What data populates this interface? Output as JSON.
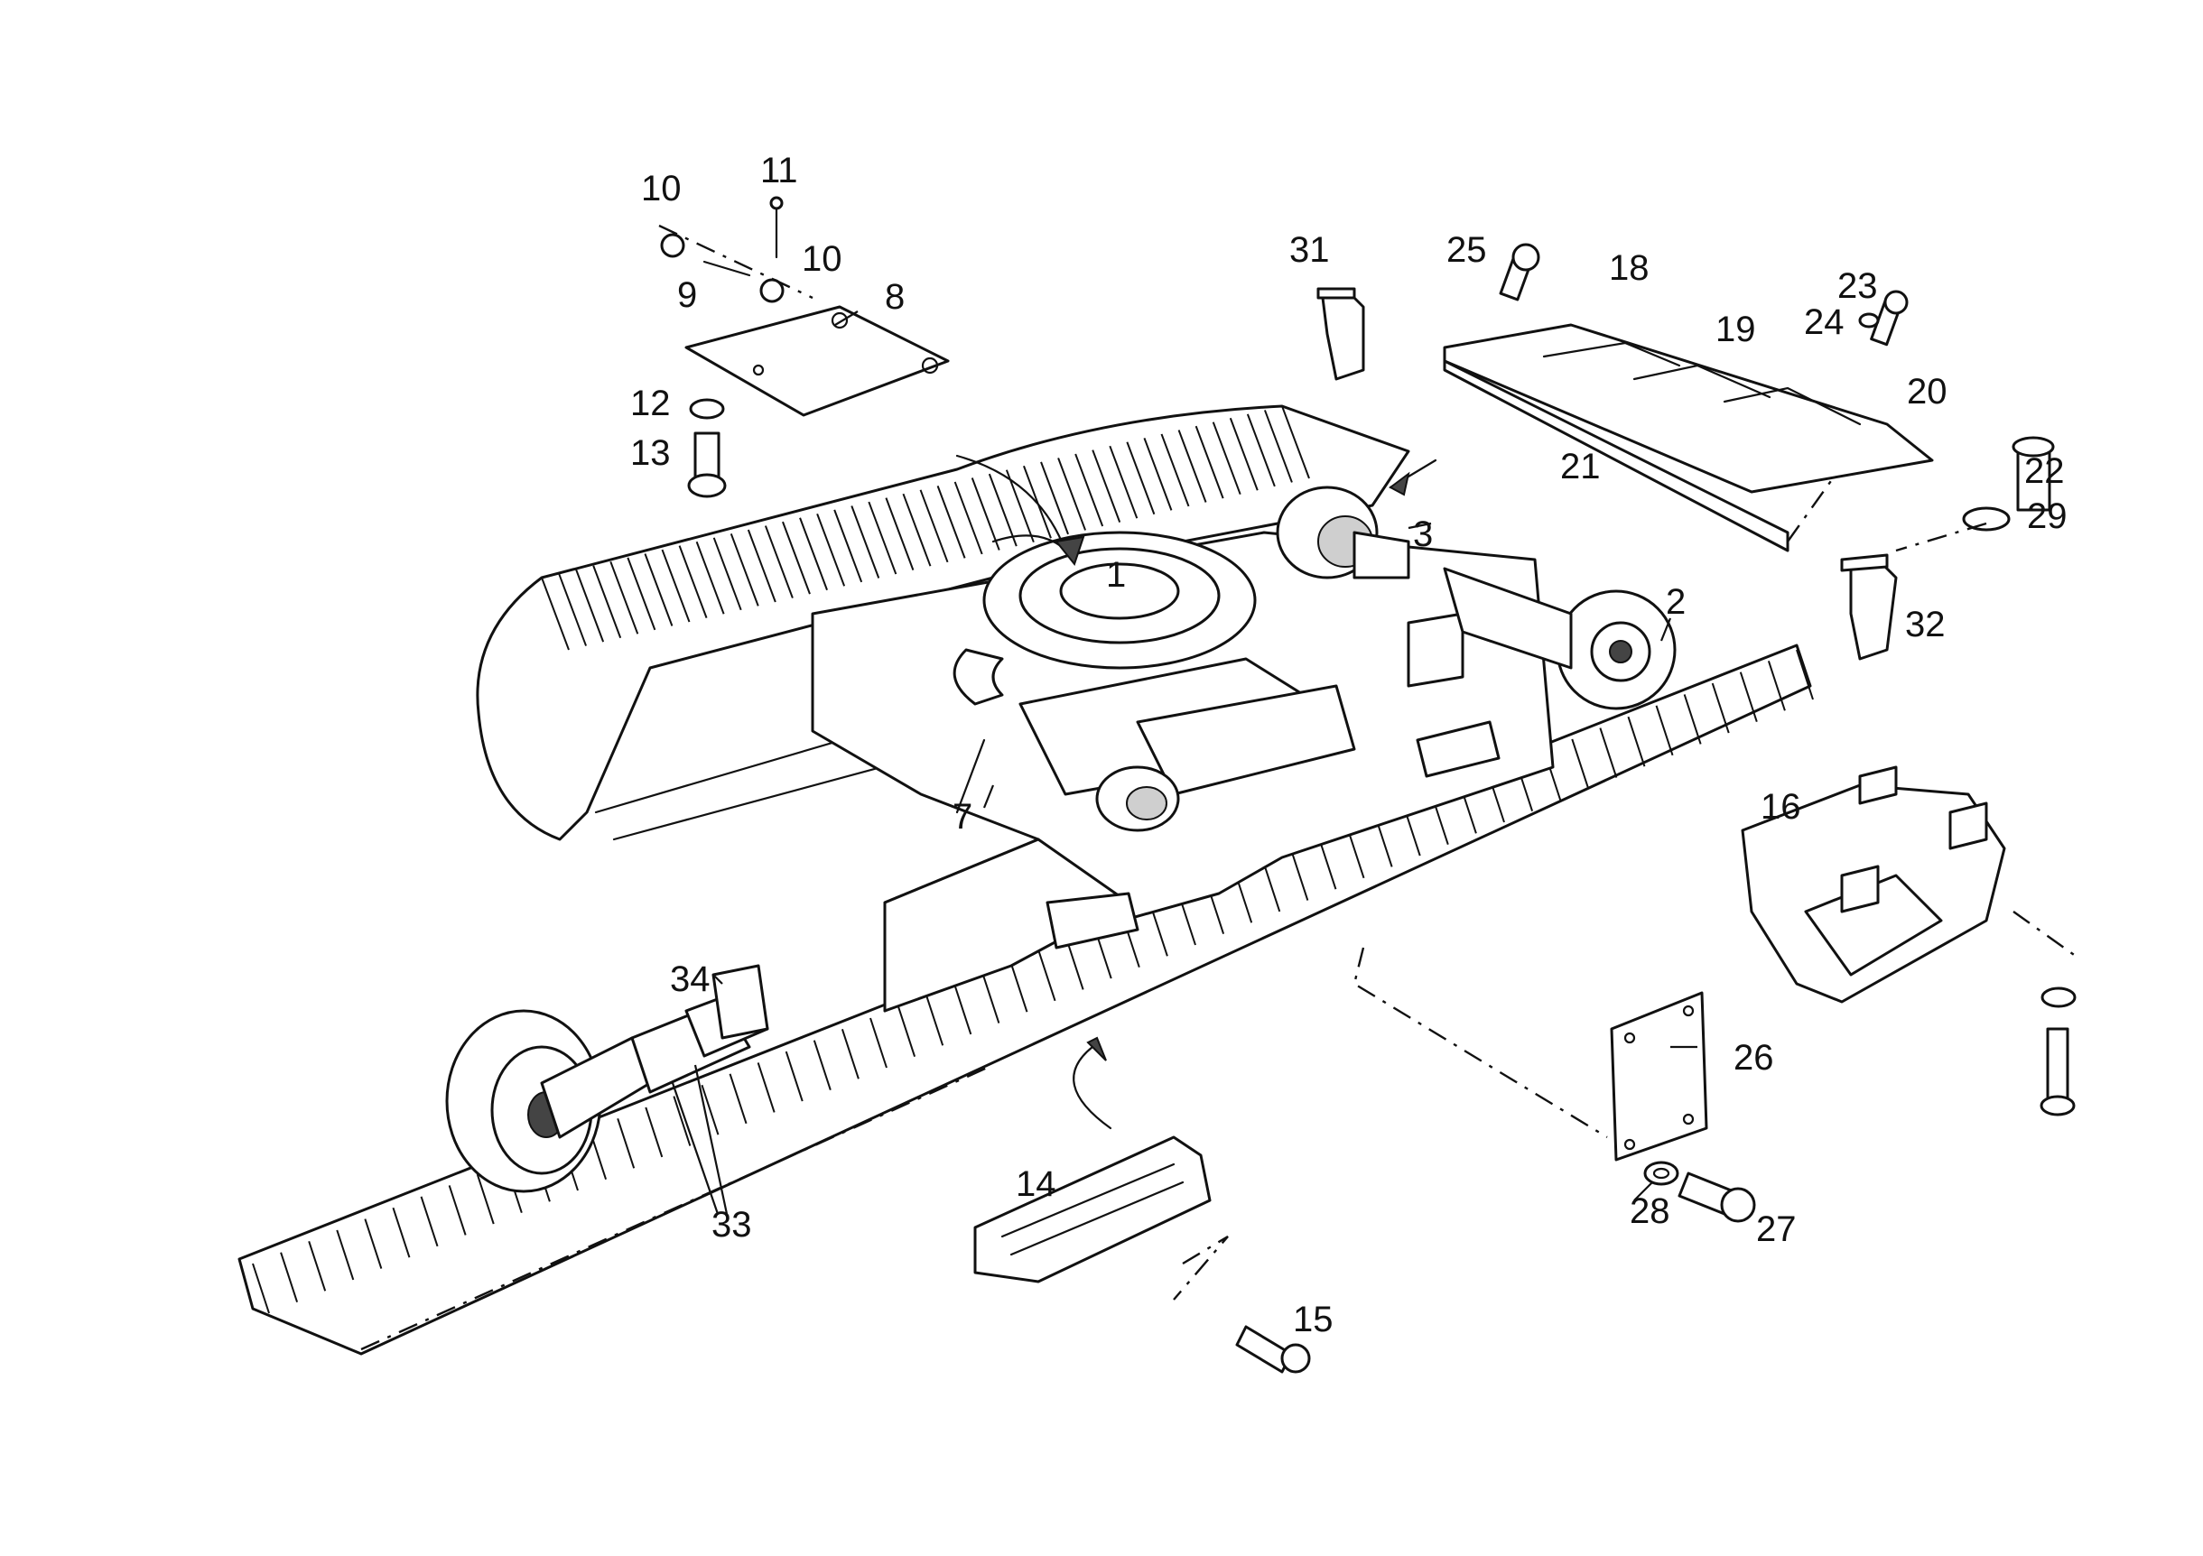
{
  "figure": {
    "callouts": [
      {
        "id": "c1",
        "text": "1"
      },
      {
        "id": "c2",
        "text": "2"
      },
      {
        "id": "c3",
        "text": "3"
      },
      {
        "id": "c7",
        "text": "7"
      },
      {
        "id": "c8",
        "text": "8"
      },
      {
        "id": "c9",
        "text": "9"
      },
      {
        "id": "c10a",
        "text": "10"
      },
      {
        "id": "c10b",
        "text": "10"
      },
      {
        "id": "c11",
        "text": "11"
      },
      {
        "id": "c12",
        "text": "12"
      },
      {
        "id": "c13",
        "text": "13"
      },
      {
        "id": "c14",
        "text": "14"
      },
      {
        "id": "c15",
        "text": "15"
      },
      {
        "id": "c16",
        "text": "16"
      },
      {
        "id": "c18",
        "text": "18"
      },
      {
        "id": "c19",
        "text": "19"
      },
      {
        "id": "c20",
        "text": "20"
      },
      {
        "id": "c21",
        "text": "21"
      },
      {
        "id": "c22",
        "text": "22"
      },
      {
        "id": "c23",
        "text": "23"
      },
      {
        "id": "c24",
        "text": "24"
      },
      {
        "id": "c25",
        "text": "25"
      },
      {
        "id": "c26",
        "text": "26"
      },
      {
        "id": "c27",
        "text": "27"
      },
      {
        "id": "c28",
        "text": "28"
      },
      {
        "id": "c29",
        "text": "29"
      },
      {
        "id": "c31",
        "text": "31"
      },
      {
        "id": "c32",
        "text": "32"
      },
      {
        "id": "c33",
        "text": "33"
      },
      {
        "id": "c34",
        "text": "34"
      }
    ]
  }
}
